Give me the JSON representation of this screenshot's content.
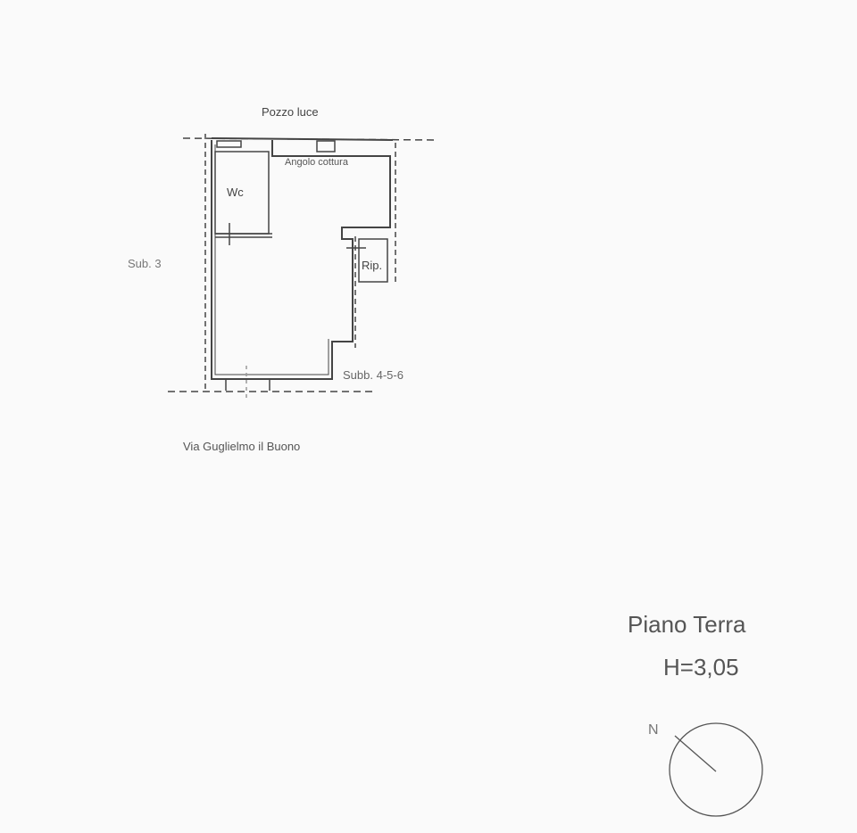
{
  "plan": {
    "labels": {
      "top": "Pozzo luce",
      "kitchen": "Angolo cottura",
      "wc": "Wc",
      "storage": "Rip.",
      "left_neighbor": "Sub. 3",
      "right_neighbor": "Subb. 4-5-6",
      "street": "Via Guglielmo il Buono"
    }
  },
  "title_block": {
    "floor": "Piano Terra",
    "height": "H=3,05",
    "north": "N"
  }
}
